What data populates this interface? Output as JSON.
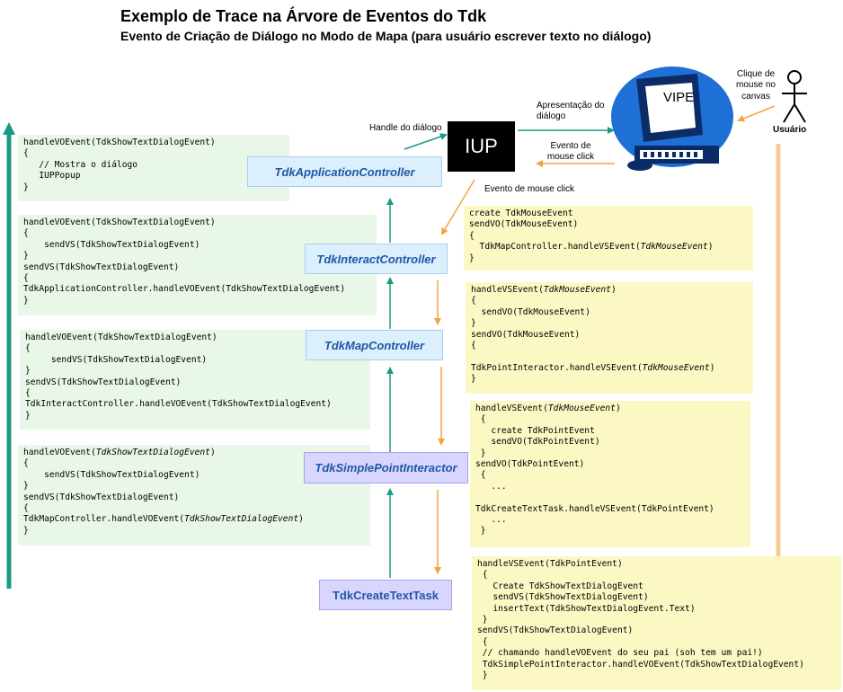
{
  "title": "Exemplo de Trace na Árvore de Eventos do Tdk",
  "subtitle": "Evento de Criação de Diálogo no Modo de Mapa (para usuário escrever texto no diálogo)",
  "nodes": {
    "app_controller": "TdkApplicationController",
    "interact_controller": "TdkInteractController",
    "map_controller": "TdkMapController",
    "simple_point_interactor": "TdkSimplePointInteractor",
    "create_text_task": "TdkCreateTextTask",
    "iup": "IUP",
    "vipe": "VIPE",
    "user": "Usuário"
  },
  "labels": {
    "handle_dialogo": "Handle do diálogo",
    "apresentacao": [
      "Apresentação do",
      "diálogo"
    ],
    "evento_mouse_click_iup": [
      "Evento de",
      "mouse click"
    ],
    "evento_mouse_click": "Evento de mouse click",
    "clique_canvas": [
      "Clique de",
      "mouse no",
      "canvas"
    ]
  },
  "green_blocks": [
    [
      "handleVOEvent(TdkShowTextDialogEvent)",
      "{",
      "   // Mostra o diálogo",
      "   IUPPopup",
      "}"
    ],
    [
      "handleVOEvent(TdkShowTextDialogEvent)",
      "{",
      "    sendVS(TdkShowTextDialogEvent)",
      "}",
      "sendVS(TdkShowTextDialogEvent)",
      "{",
      "TdkApplicationController.handleVOEvent(TdkShowTextDialogEvent)",
      "}"
    ],
    [
      "handleVOEvent(TdkShowTextDialogEvent)",
      "{",
      "     sendVS(TdkShowTextDialogEvent)",
      "}",
      "sendVS(TdkShowTextDialogEvent)",
      "{",
      "TdkInteractController.handleVOEvent(TdkShowTextDialogEvent)",
      "}"
    ],
    [
      "handleVOEvent(TdkShowTextDialogEvent)",
      "{",
      "    sendVS(TdkShowTextDialogEvent)",
      "}",
      "sendVS(TdkShowTextDialogEvent)",
      "{",
      "TdkMapController.handleVOEvent(TdkShowTextDialogEvent)",
      "}"
    ]
  ],
  "yellow_blocks": [
    [
      "create TdkMouseEvent",
      "sendVO(TdkMouseEvent)",
      "{",
      "  TdkMapController.handleVSEvent(TdkMouseEvent)",
      "}"
    ],
    [
      "handleVSEvent(TdkMouseEvent)",
      "{",
      "  sendVO(TdkMouseEvent)",
      "}",
      "sendVO(TdkMouseEvent)",
      "{",
      "",
      "TdkPointInteractor.handleVSEvent(TdkMouseEvent)",
      "}"
    ],
    [
      "handleVSEvent(TdkMouseEvent)",
      " {",
      "   create TdkPointEvent",
      "   sendVO(TdkPointEvent)",
      " }",
      "sendVO(TdkPointEvent)",
      " {",
      "   ...",
      "",
      "TdkCreateTextTask.handleVSEvent(TdkPointEvent)",
      "   ...",
      " }"
    ],
    [
      "handleVSEvent(TdkPointEvent)",
      " {",
      "   Create TdkShowTextDialogEvent",
      "   sendVS(TdkShowTextDialogEvent)",
      "   insertText(TdkShowTextDialogEvent.Text)",
      " }",
      "sendVS(TdkShowTextDialogEvent)",
      " {",
      " // chamando handleVOEvent do seu pai (soh tem um pai!)",
      " TdkSimplePointInteractor.handleVOEvent(TdkShowTextDialogEvent)",
      " }"
    ]
  ],
  "colors": {
    "teal_arrow": "#1a9a86",
    "orange_arrow": "#f5a23c",
    "peach_arrow": "#f9c99a",
    "class_text": "#1f57a6",
    "green_block": "#e8f7e8",
    "yellow_block": "#fcf8c4",
    "monitor_blue": "#1e6fd6"
  }
}
